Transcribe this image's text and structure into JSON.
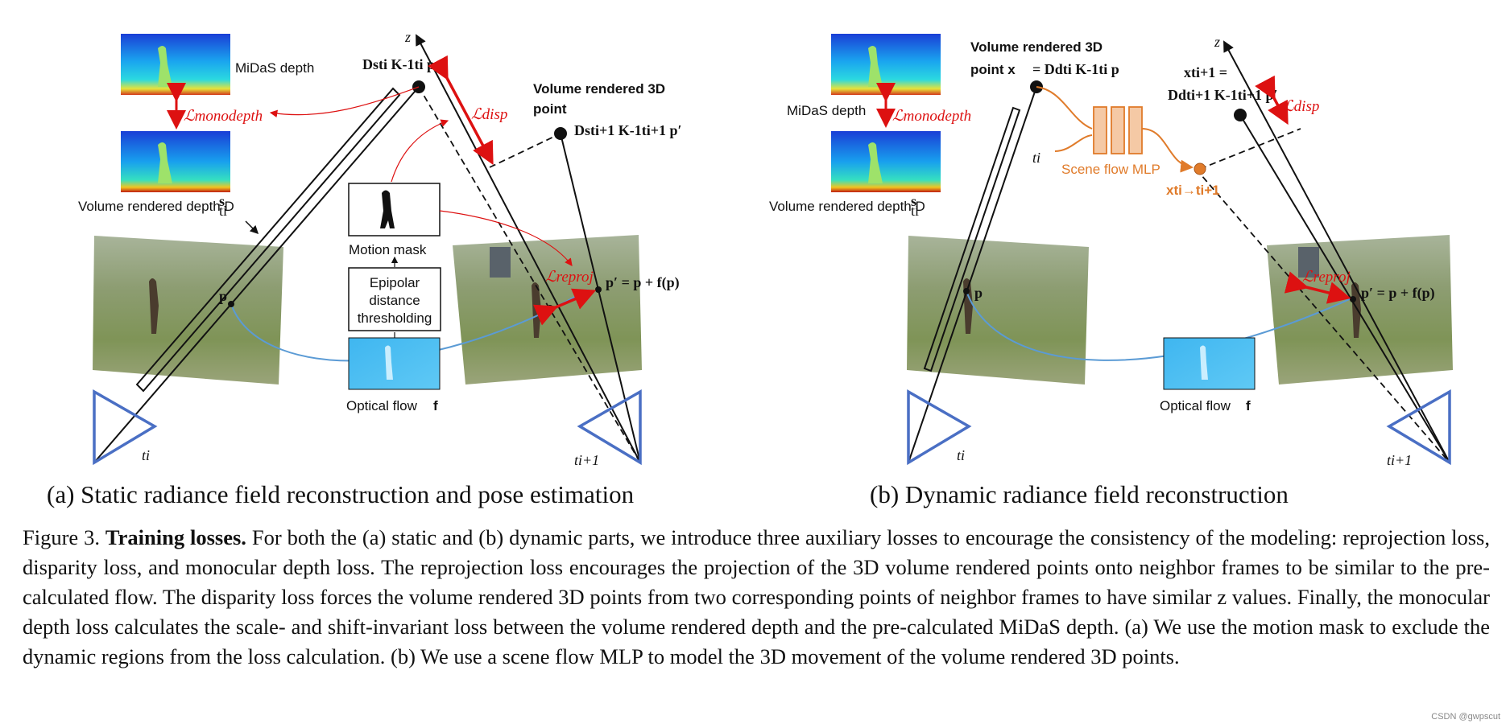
{
  "figure": {
    "left": {
      "midas_label": "MiDaS depth",
      "monodepth_loss": "ℒmonodepth",
      "vol_depth_label": "Volume rendered depth D",
      "vol_depth_sub": "s",
      "vol_depth_idx": "ti",
      "z_label": "z",
      "d_k_p": "Dsti K-1ti p",
      "disp_loss": "ℒdisp",
      "vol3d_line1": "Volume rendered 3D",
      "vol3d_line2": "point",
      "d_k_p_prime": "Dsti+1 K-1ti+1 p′",
      "motion_mask": "Motion mask",
      "epipolar_1": "Epipolar",
      "epipolar_2": "distance",
      "epipolar_3": "thresholding",
      "optical_flow": "Optical flow",
      "optical_flow_f": "f",
      "p_label": "p",
      "reproj_loss": "ℒreproj",
      "p_prime_eq": "p′ = p + f(p)",
      "t_i": "ti",
      "t_i1": "ti+1",
      "subcaption": "(a) Static radiance field reconstruction and pose estimation"
    },
    "right": {
      "midas_label": "MiDaS depth",
      "monodepth_loss": "ℒmonodepth",
      "vol_depth_label": "Volume rendered depth D",
      "vol_depth_sub": "s",
      "vol_depth_idx": "ti",
      "vol3d_line1": "Volume rendered 3D",
      "vol3d_line2": "point x",
      "x_eq": "= Ddti K-1ti p",
      "x_ti1": "xti+1 =",
      "x_ti1_eq": "Ddti+1 K-1ti+1 p′",
      "disp_loss": "ℒdisp",
      "z_label": "z",
      "t_i_mlp": "ti",
      "scene_flow": "Scene flow MLP",
      "x_arrow": "xti→ti+1",
      "p_label": "p",
      "reproj_loss": "ℒreproj",
      "p_prime_eq": "p′ = p + f(p)",
      "optical_flow": "Optical flow",
      "optical_flow_f": "f",
      "t_i": "ti",
      "t_i1": "ti+1",
      "subcaption": "(b) Dynamic radiance field reconstruction"
    }
  },
  "caption": {
    "fig_no": "Figure 3.",
    "title": "Training losses.",
    "body": " For both the (a) static and (b) dynamic parts, we introduce three auxiliary losses to encourage the consistency of the modeling: reprojection loss, disparity loss, and monocular depth loss. The reprojection loss encourages the projection of the 3D volume rendered points onto neighbor frames to be similar to the pre-calculated flow. The disparity loss forces the volume rendered 3D points from two corresponding points of neighbor frames to have similar z values. Finally, the monocular depth loss calculates the scale- and shift-invariant loss between the volume rendered depth and the pre-calculated MiDaS depth. (a) We use the motion mask to exclude the dynamic regions from the loss calculation. (b) We use a scene flow MLP to model the 3D movement of the volume rendered 3D points."
  },
  "watermark": "CSDN @gwpscut",
  "colors": {
    "red": "#dd1111",
    "orange": "#e07b2a",
    "camera_blue": "#4a6fc4",
    "flow_blue": "#5b9bd5"
  }
}
